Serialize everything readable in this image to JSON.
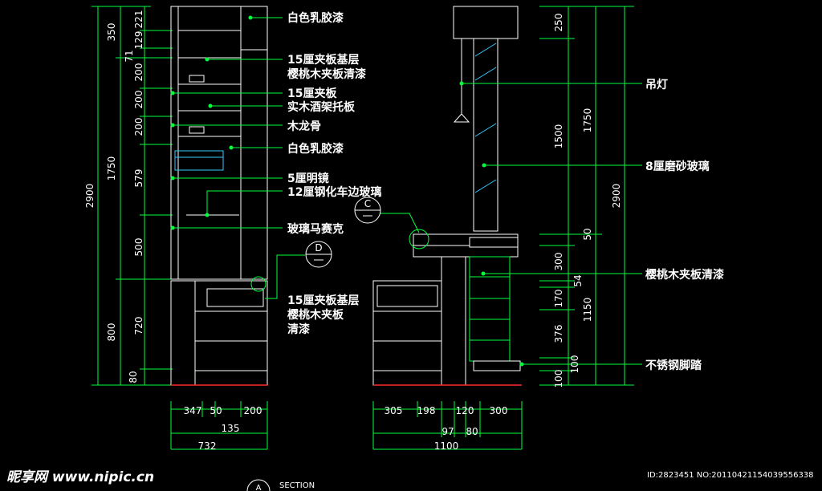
{
  "left_elevation": {
    "height_dims_outer": [
      "350",
      "1750",
      "800",
      "2900"
    ],
    "height_dims_inner": [
      "221",
      "129",
      "71",
      "200",
      "200",
      "200",
      "579",
      "500",
      "720",
      "80"
    ],
    "width_dims": [
      "347",
      "50",
      "200",
      "135",
      "732"
    ],
    "labels": [
      "白色乳胶漆",
      "15厘夹板基层",
      "樱桃木夹板清漆",
      "15厘夹板",
      "实木酒架托板",
      "木龙骨",
      "白色乳胶漆",
      "5厘明镜",
      "12厘钢化车边玻璃",
      "玻璃马赛克",
      "15厘夹板基层",
      "樱桃木夹板",
      "清漆"
    ],
    "callout_letter": "D"
  },
  "right_elevation": {
    "height_dims": [
      "250",
      "1500",
      "1750",
      "2900",
      "50",
      "300",
      "54",
      "170",
      "1150",
      "376",
      "100",
      "100"
    ],
    "width_dims": [
      "305",
      "198",
      "120",
      "300",
      "97",
      "80",
      "1100"
    ],
    "labels": [
      "吊灯",
      "8厘磨砂玻璃",
      "樱桃木夹板清漆",
      "不锈钢脚踏"
    ],
    "callout_letter": "C"
  },
  "footer": {
    "watermark": "昵享网 www.nipic.cn",
    "image_id": "ID:2823451 NO:20110421154039556338",
    "section_letter": "A",
    "section_text": "SECTION"
  },
  "colors": {
    "background": "#000000",
    "dimension_line": "#00ff3c",
    "outline": "#ffffff",
    "accent": "#38c8ff",
    "floor": "#ff2a2a"
  }
}
